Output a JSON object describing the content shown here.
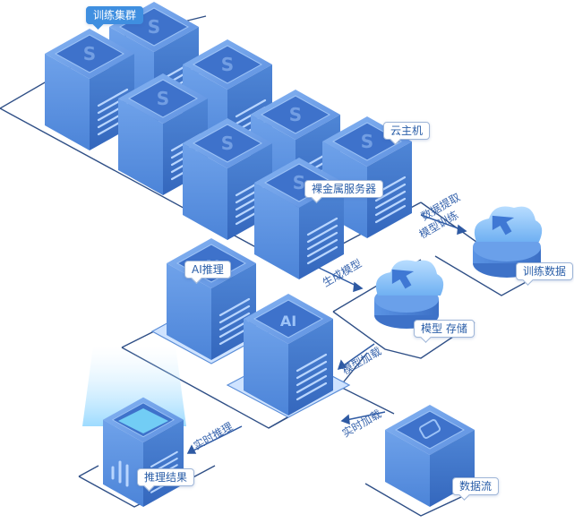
{
  "labels": {
    "training_cluster": "训练集群",
    "cloud_host": "云主机",
    "bare_metal": "裸金属服务器",
    "ai_inference": "AI推理",
    "inference_result": "推理结果",
    "training_data": "训练数据",
    "model_storage": "模型 存储",
    "data_stream": "数据流"
  },
  "flows": {
    "data_extract": "数据提取",
    "model_training": "模型训练",
    "generate_model": "生成模型",
    "model_load": "模型加载",
    "realtime_load": "实时加载",
    "realtime_infer": "实时推理"
  },
  "icons": {
    "server_glyph": "S",
    "ai_glyph": "AI"
  },
  "colors": {
    "server_top": "#4f7fd8",
    "server_side": "#3a73c9",
    "line": "#2f4f86",
    "tag_accent": "#3f8fe0",
    "cloud": "#8fc6ff"
  }
}
